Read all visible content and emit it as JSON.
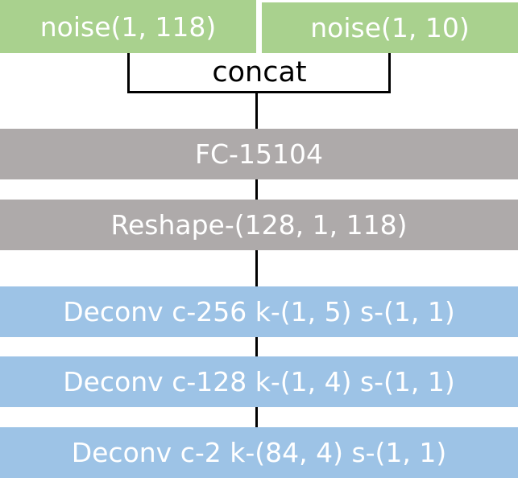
{
  "inputs": {
    "noise_a": "noise(1, 118)",
    "noise_b": "noise(1, 10)"
  },
  "merge": {
    "label": "concat"
  },
  "layers": [
    {
      "label": "FC-15104",
      "kind": "dense"
    },
    {
      "label": "Reshape-(128, 1, 118)",
      "kind": "reshape"
    },
    {
      "label": "Deconv c-256 k-(1, 5) s-(1, 1)",
      "kind": "deconv"
    },
    {
      "label": "Deconv c-128 k-(1, 4) s-(1, 1)",
      "kind": "deconv"
    },
    {
      "label": "Deconv c-2 k-(84, 4) s-(1, 1)",
      "kind": "deconv"
    }
  ],
  "colors": {
    "input": "#a9d18e",
    "dense_reshape": "#aeaaaa",
    "deconv": "#9dc3e6",
    "text_on_block": "#ffffff",
    "connector": "#000000"
  }
}
